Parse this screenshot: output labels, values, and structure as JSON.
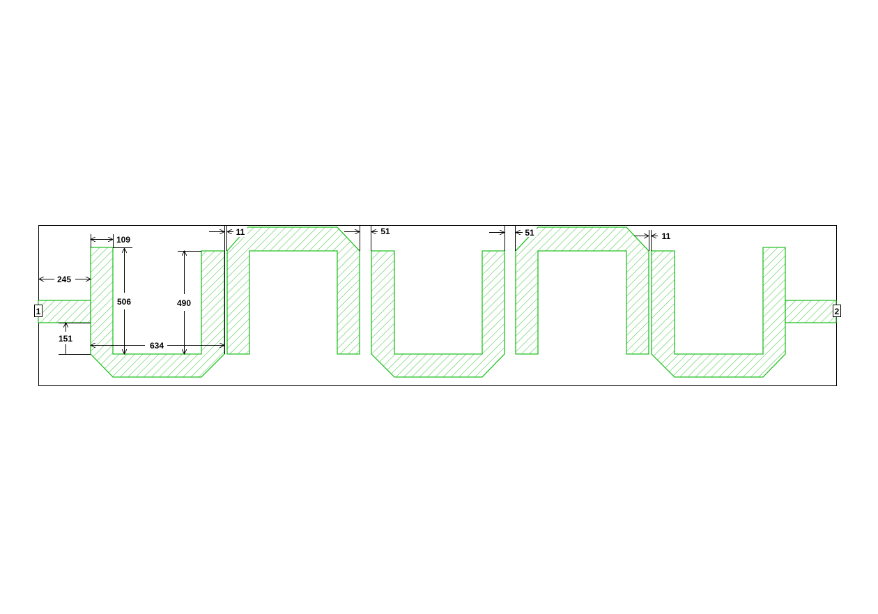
{
  "colors": {
    "trace_outline": "#22c022",
    "hatch": "#55cc55",
    "background": "#ffffff",
    "lines": "#000000"
  },
  "ports": {
    "port1": "1",
    "port2": "2"
  },
  "dimensions": {
    "d245": "245",
    "d151": "151",
    "d109": "109",
    "d506": "506",
    "d490": "490",
    "d634": "634",
    "d11_left": "11",
    "d51_left": "51",
    "d51_right": "51",
    "d11_right": "11"
  }
}
